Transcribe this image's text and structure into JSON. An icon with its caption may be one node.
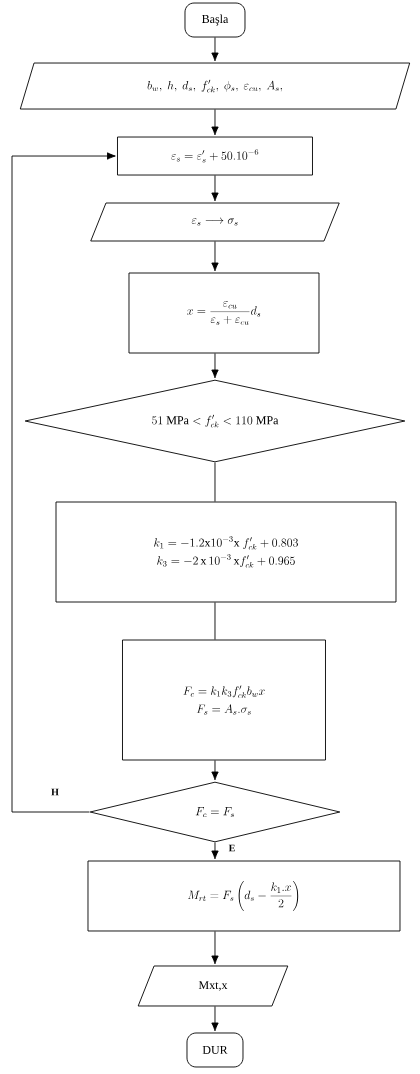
{
  "diagram": {
    "nodes": [
      {
        "text": [
          "Başla"
        ]
      },
      {
        "text": [
          "b_w,\\ h,\\ d_s,\\ f'_{ck},\\ \\phi_s,\\ \\varepsilon_{cu},\\ A_s,"
        ]
      },
      {
        "text": [
          "\\varepsilon_s = \\varepsilon'_s + 50.10^{-6}"
        ]
      },
      {
        "text": [
          "\\varepsilon_s \\longrightarrow \\sigma_s"
        ]
      },
      {
        "text": [
          "x = \\frac{\\varepsilon_{cu}}{\\varepsilon_s + \\varepsilon_{cu}} d_s"
        ]
      },
      {
        "text": [
          "51\\ \\mathrm{MPa} < f'_{ck} < 110\\ \\mathrm{MPa}"
        ]
      },
      {
        "text": [
          "k_1 = -1.2\\mathrm{x}10^{-3}\\mathrm{x}\\ f'_{ck} + 0.803",
          "k_3 = -2\\,\\mathrm{x}\\,10^{-3}\\,\\mathrm{x}f'_{ck} + 0.965"
        ]
      },
      {
        "text": [
          "F_c = k_1 k_3 f'_{ck} b_w x",
          "F_s = A_s.\\sigma_s"
        ]
      },
      {
        "text": [
          "F_c = F_s"
        ]
      },
      {
        "text": [
          "M_{rt} = F_s \\left(d_s - \\frac{k_1.x}{2}\\right)"
        ]
      },
      {
        "text": [
          "Mxt,x"
        ]
      },
      {
        "text": [
          "DUR"
        ]
      }
    ],
    "edges": [
      {
        "from": 0,
        "to": 1,
        "arrow": "to"
      },
      {
        "from": 1,
        "to": 2,
        "arrow": "to"
      },
      {
        "from": 2,
        "to": 3,
        "arrow": "to"
      },
      {
        "from": 3,
        "to": 4,
        "arrow": "to"
      },
      {
        "from": 4,
        "to": 5,
        "arrow": "to"
      },
      {
        "from": 5,
        "to": 6,
        "arrow": "none"
      },
      {
        "from": 6,
        "to": 7,
        "arrow": "none"
      },
      {
        "from": 7,
        "to": 8,
        "arrow": "to"
      },
      {
        "from": 8,
        "to": 2,
        "arrow": "to",
        "label": "H"
      },
      {
        "from": 8,
        "to": 9,
        "arrow": "to",
        "label": "E"
      },
      {
        "from": 9,
        "to": 10,
        "arrow": "to"
      },
      {
        "from": 10,
        "to": 11,
        "arrow": "to"
      }
    ]
  }
}
